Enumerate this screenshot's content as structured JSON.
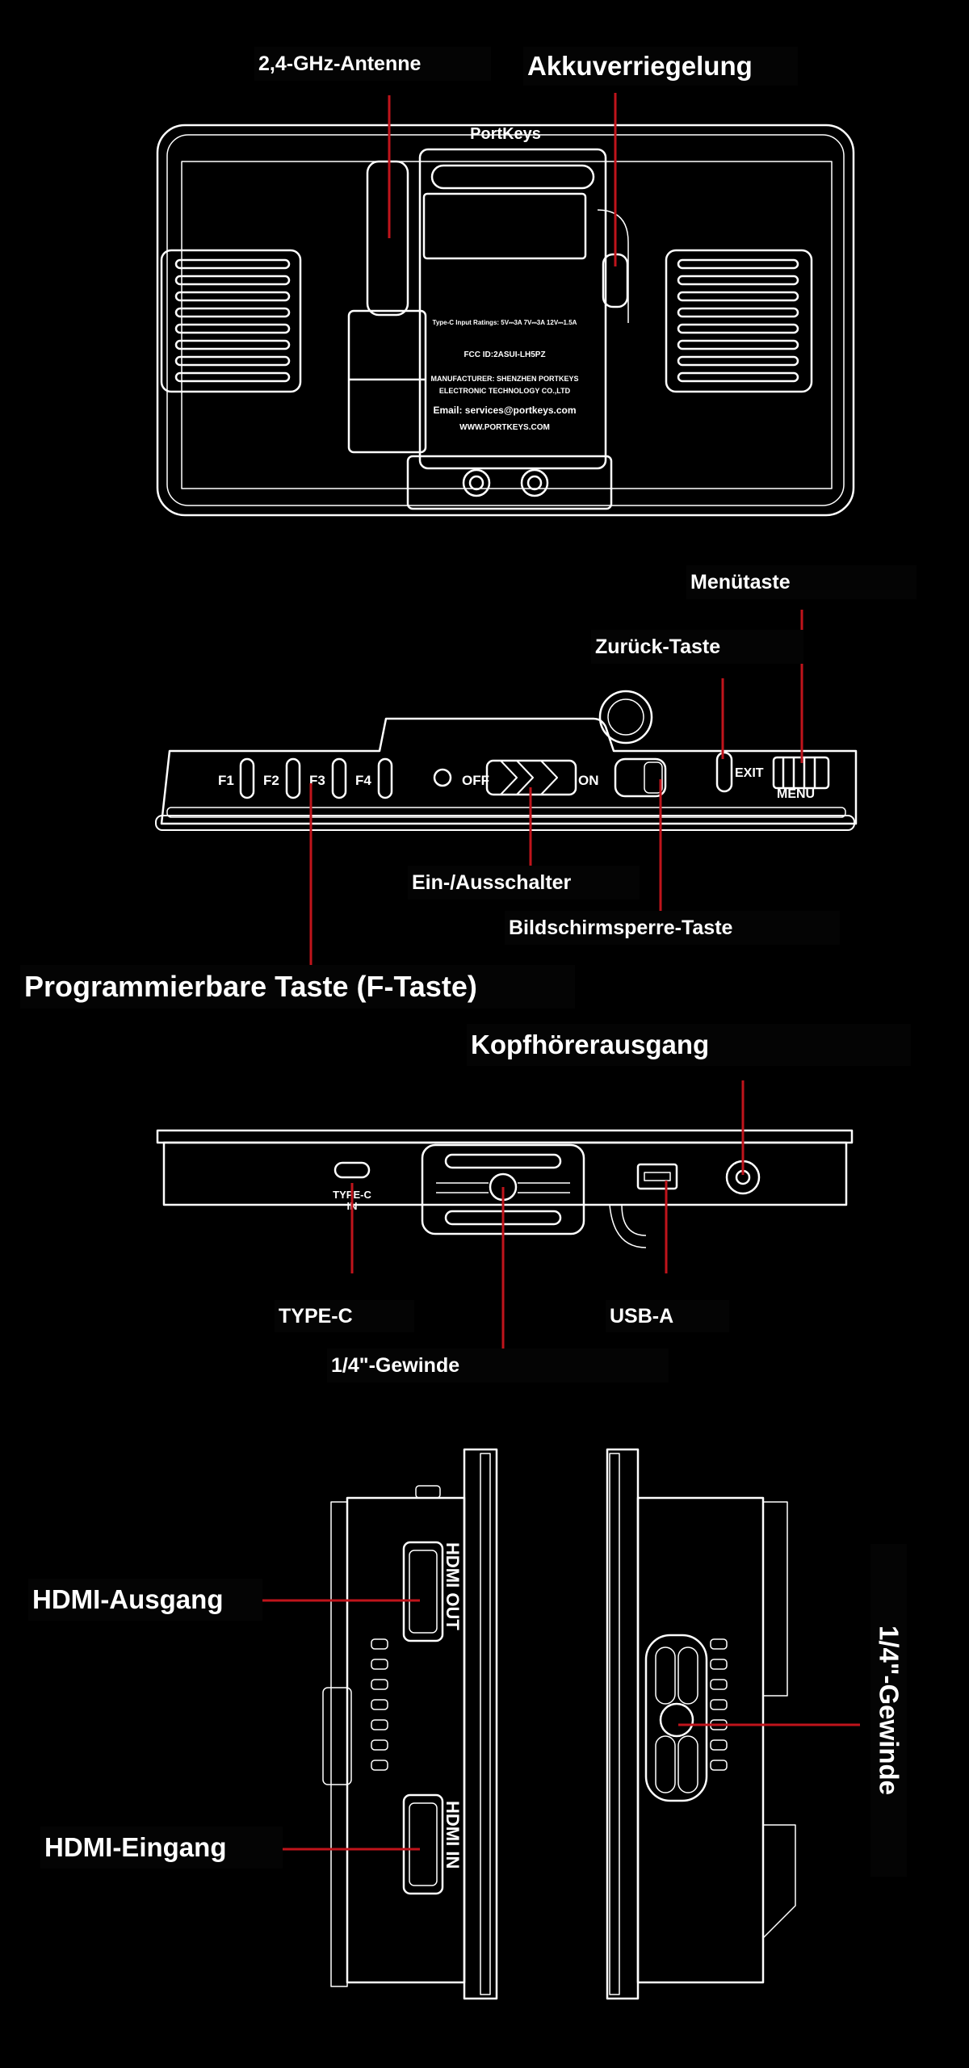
{
  "labels": {
    "antenna": "2,4-GHz-Antenne",
    "battery_lock": "Akkuverriegelung",
    "menu_button": "Menütaste",
    "back_button": "Zurück-Taste",
    "power_switch": "Ein-/Ausschalter",
    "screen_lock_button": "Bildschirmsperre-Taste",
    "function_keys": "Programmierbare Taste (F-Taste)",
    "headphone_out": "Kopfhörerausgang",
    "type_c": "TYPE-C",
    "usb_a": "USB-A",
    "thread_bottom": "1/4\"-Gewinde",
    "hdmi_out": "HDMI-Ausgang",
    "hdmi_in": "HDMI-Eingang",
    "thread_side": "1/4\"-Gewinde"
  },
  "device_markings": {
    "brand": "PortKeys",
    "input_ratings": "Type-C Input Ratings: 5V⎓3A  7V⎓3A  12V⎓1.5A",
    "fcc_id": "FCC ID:2ASUI-LH5PZ",
    "manufacturer": "MANUFACTURER: SHENZHEN PORTKEYS",
    "manufacturer_2": "ELECTRONIC TECHNOLOGY CO.,LTD",
    "email": "Email: services@portkeys.com",
    "website": "WWW.PORTKEYS.COM",
    "f1": "F1",
    "f2": "F2",
    "f3": "F3",
    "f4": "F4",
    "off": "OFF",
    "on": "ON",
    "exit": "EXIT",
    "menu": "MENU",
    "type_c_port": "TYPE-C",
    "type_c_in": "IN",
    "hdmi_out_port": "HDMI OUT",
    "hdmi_in_port": "HDMI IN"
  },
  "colors": {
    "background": "#000000",
    "line_art": "#ffffff",
    "callout": "#c0141b"
  }
}
